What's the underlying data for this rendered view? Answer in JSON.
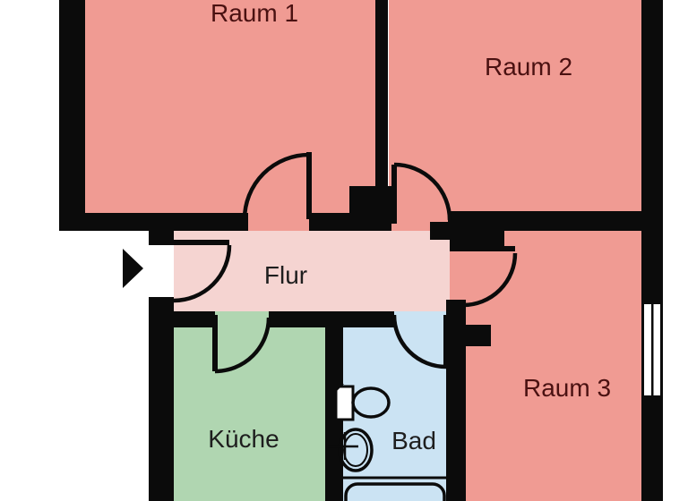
{
  "labels": {
    "raum1": "Raum 1",
    "raum2": "Raum 2",
    "raum3": "Raum 3",
    "flur": "Flur",
    "kueche": "Küche",
    "bad": "Bad"
  },
  "colors": {
    "room": "#f09b93",
    "hallway": "#f5d4d1",
    "kitchen": "#b0d6b1",
    "bathroom": "#cbe3f3",
    "wall": "#0b0b0b",
    "exterior": "#ffffff",
    "room_label": "#4a1111",
    "area_label": "#1e1e1e"
  },
  "icons": {
    "entrance_arrow": "right-pointing-triangle",
    "toilet": "toilet-top-view",
    "sink": "oval-basin-with-tap-cross",
    "bathtub": "rounded-tub-outline",
    "window": "double-pane-window-in-wall",
    "door": "quarter-circle-swing-arc"
  }
}
